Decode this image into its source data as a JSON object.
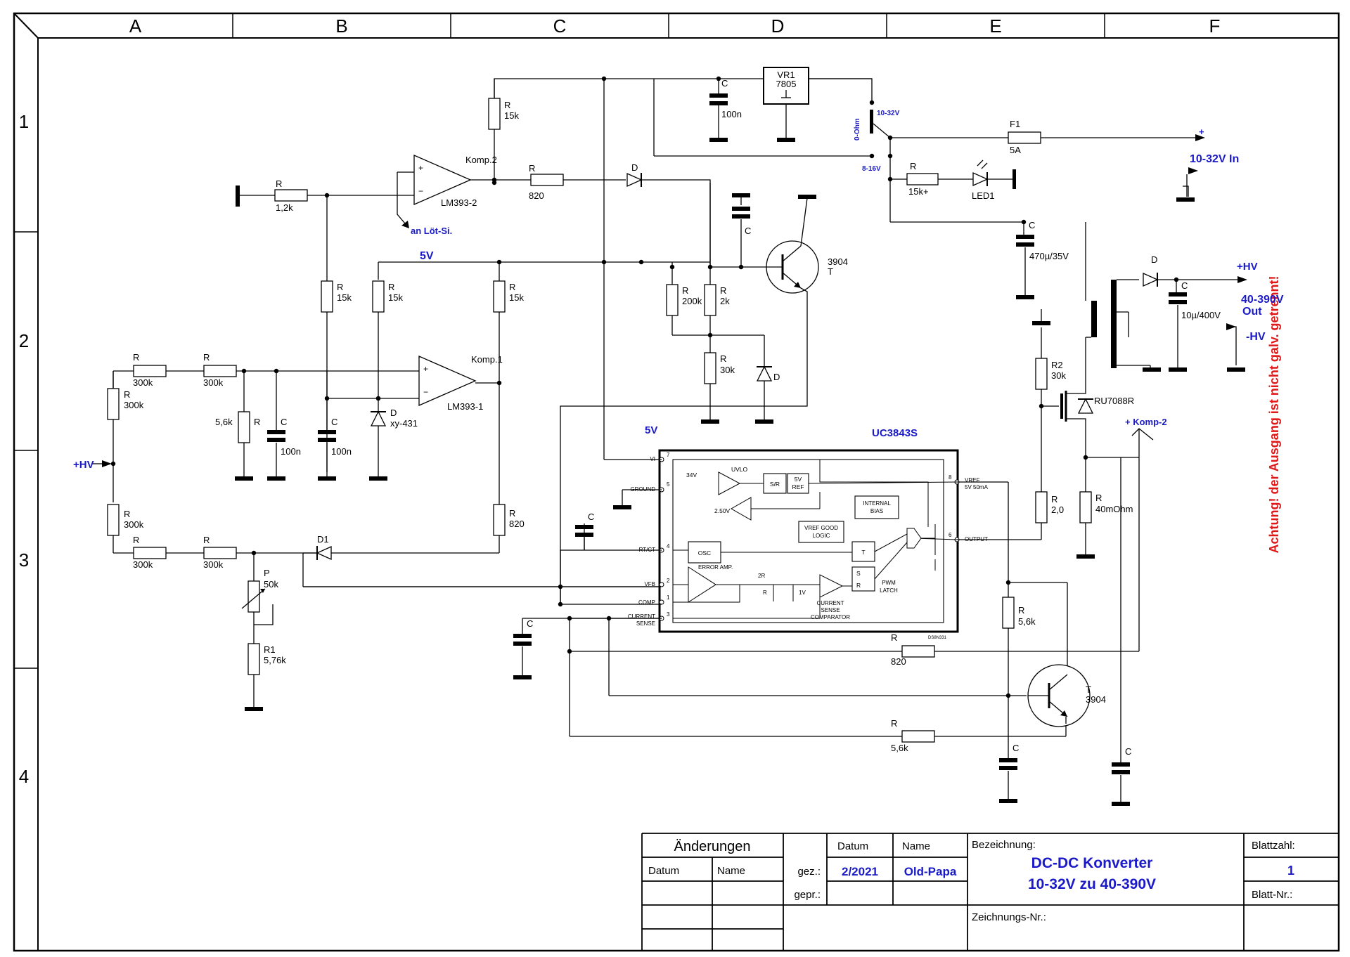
{
  "frame": {
    "columns": [
      "A",
      "B",
      "C",
      "D",
      "E",
      "F"
    ],
    "rows": [
      "1",
      "2",
      "3",
      "4"
    ]
  },
  "colors": {
    "wire": "#000000",
    "net_label": "#1a1ac8",
    "warning": "#e01818"
  },
  "nets": {
    "v5_top": "5V",
    "v5_ic": "5V",
    "hv_in": "+HV",
    "an_lot": "an Löt-Si.",
    "plus": "+",
    "in_range": "10-32V In",
    "hv_out": "+HV",
    "out_range_1": "40-390V",
    "out_range_2": "Out",
    "minus_hv": "-HV",
    "komp2": "+ Komp-2",
    "sw_10_32": "10-32V",
    "sw_0ohm": "0-Ohm",
    "sw_8_16": "8-16V"
  },
  "components": {
    "vr1_name": "VR1",
    "vr1_type": "7805",
    "c_top": "C",
    "c_top_val": "100n",
    "r_15k_top": "R",
    "r_15k_top_val": "15k",
    "komp2": "Komp.2",
    "lm393_2": "LM393-2",
    "r_12k": "R",
    "r_12k_val": "1,2k",
    "r_820_top": "R",
    "r_820_top_val": "820",
    "d_top": "D",
    "f1": "F1",
    "f1_val": "5A",
    "r_led": "R",
    "r_led_val": "15k+",
    "led1": "LED1",
    "c_470": "C",
    "c_470_val": "470µ/35V",
    "c_t": "C",
    "t_top_type": "3904",
    "t_top": "T",
    "r_200k": "R",
    "r_200k_val": "200k",
    "r_2k": "R",
    "r_2k_val": "2k",
    "r_30k": "R",
    "r_30k_val": "30k",
    "d_30k": "D",
    "r_15k_a": "R",
    "r_15k_a_val": "15k",
    "r_15k_b": "R",
    "r_15k_b_val": "15k",
    "r_15k_c": "R",
    "r_15k_c_val": "15k",
    "komp1": "Komp.1",
    "lm393_1": "LM393-1",
    "r300_1": "R",
    "r300_1_val": "300k",
    "r300_2": "R",
    "r300_2_val": "300k",
    "r300_3": "R",
    "r300_3_val": "300k",
    "r300_4": "R",
    "r300_4_val": "300k",
    "r300_5": "R",
    "r300_5_val": "300k",
    "r300_6": "R",
    "r300_6_val": "300k",
    "r_56k": "R",
    "r_56k_val": "5,6k",
    "c_100n_a": "C",
    "c_100n_a_val": "100n",
    "c_100n_b": "C",
    "c_100n_b_val": "100n",
    "d_xy": "D",
    "d_xy_val": "xy-431",
    "r_820_mid": "R",
    "r_820_mid_val": "820",
    "d1": "D1",
    "p": "P",
    "p_val": "50k",
    "r1": "R1",
    "r1_val": "5,76k",
    "c_ic": "C",
    "c_cs": "C",
    "r2": "R2",
    "r2_val": "30k",
    "mosfet": "RU7088R",
    "r_20": "R",
    "r_20_val": "2,0",
    "r_40m": "R",
    "r_40m_val": "40mOhm",
    "d_out": "D",
    "c_out": "C",
    "c_out_val": "10µ/400V",
    "r_56k_b": "R",
    "r_56k_b_val": "5,6k",
    "r_820_bot": "R",
    "r_820_bot_val": "820",
    "r_56k_c": "R",
    "r_56k_c_val": "5,6k",
    "t_bot": "T",
    "t_bot_type": "3904",
    "c_bot_a": "C",
    "c_bot_b": "C"
  },
  "ic": {
    "name": "UC3843S",
    "pins": {
      "vi": "VI",
      "ground": "GROUND",
      "rtct": "RT/CT",
      "vfb": "VFB",
      "comp": "COMP",
      "cs1": "CURRENT",
      "cs2": "SENSE",
      "vref": "VREF",
      "vref2": "5V 50mA",
      "output": "OUTPUT"
    },
    "pin_nums": {
      "p7": "7",
      "p5": "5",
      "p4": "4",
      "p2": "2",
      "p1": "1",
      "p3": "3",
      "p8": "8",
      "p6": "6"
    },
    "blocks": {
      "uvlo": "UVLO",
      "z34": "34V",
      "sr": "S/R",
      "ref1": "5V",
      "ref2": "REF",
      "v250": "2.50V",
      "ib1": "INTERNAL",
      "ib2": "BIAS",
      "vg1": "VREF GOOD",
      "vg2": "LOGIC",
      "osc": "OSC",
      "t": "T",
      "ea": "ERROR AMP.",
      "r2r": "2R",
      "r": "R",
      "v1": "1V",
      "s": "S",
      "rr": "R",
      "pwm1": "PWM",
      "pwm2": "LATCH",
      "cs_a": "CURRENT",
      "cs_b": "SENSE",
      "cs_c": "COMPARATOR",
      "ds": "DS8N331"
    }
  },
  "warning": "Achtung! der Ausgang ist nicht galv. getrennt!",
  "title_block": {
    "changes": "Änderungen",
    "col_datum": "Datum",
    "col_name": "Name",
    "datum": "Datum",
    "name": "Name",
    "gez": "gez.:",
    "gez_datum": "2/2021",
    "gez_name": "Old-Papa",
    "gepr": "gepr.:",
    "bezeichnung": "Bezeichnung:",
    "title1": "DC-DC Konverter",
    "title2": "10-32V zu 40-390V",
    "blattzahl": "Blattzahl:",
    "blattzahl_val": "1",
    "blatt_nr": "Blatt-Nr.:",
    "zeichnungs_nr": "Zeichnungs-Nr.:"
  }
}
